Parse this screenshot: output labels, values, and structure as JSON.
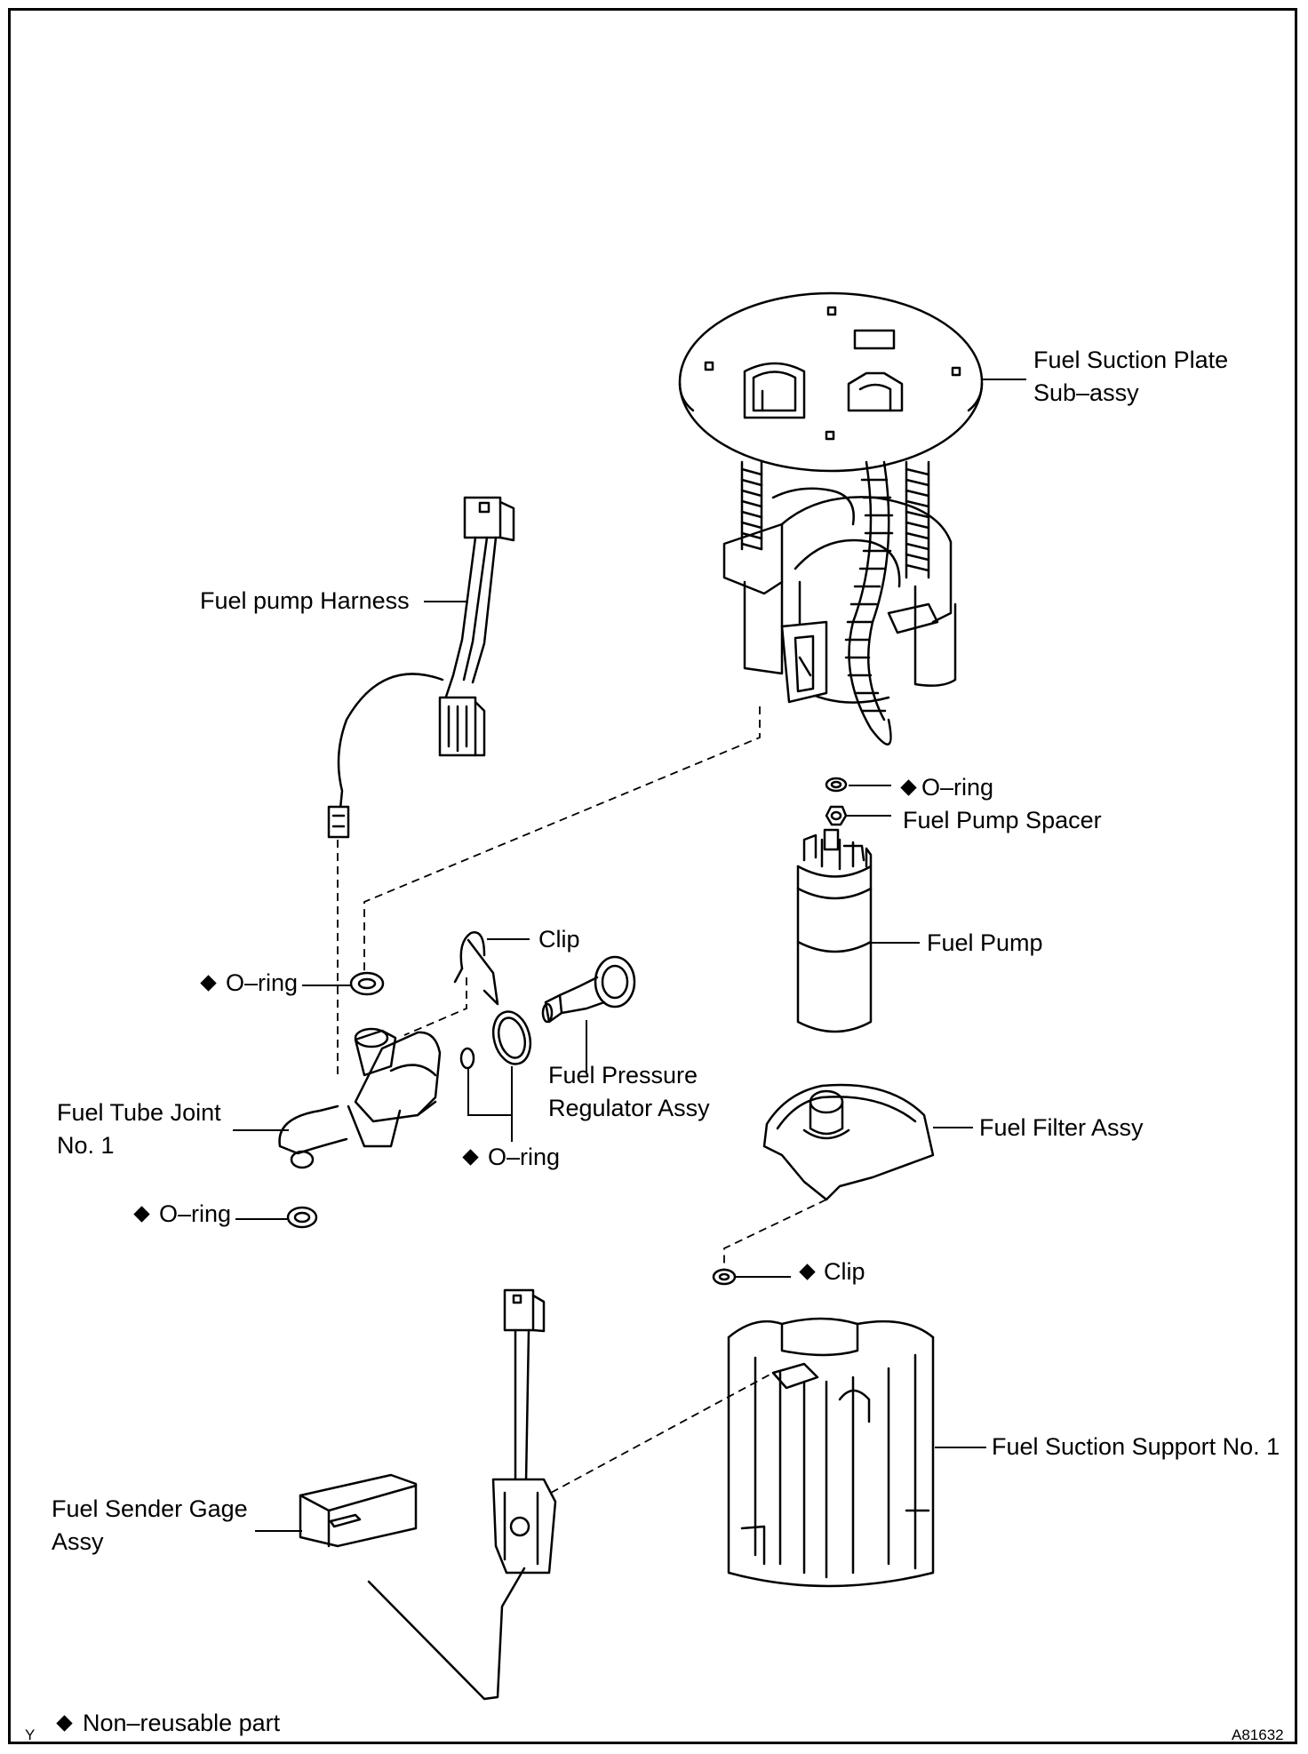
{
  "labels": {
    "fuel_suction_plate": [
      "Fuel Suction Plate",
      "Sub–assy"
    ],
    "fuel_pump_harness": "Fuel pump Harness",
    "o_ring_top": "O–ring",
    "fuel_pump_spacer": "Fuel Pump Spacer",
    "clip_upper": "Clip",
    "fuel_pump": "Fuel Pump",
    "o_ring_left": "O–ring",
    "fuel_pressure_regulator": [
      "Fuel Pressure",
      "Regulator Assy"
    ],
    "fuel_tube_joint": [
      "Fuel Tube Joint",
      "No. 1"
    ],
    "o_ring_middle": "O–ring",
    "fuel_filter_assy": "Fuel Filter Assy",
    "o_ring_lower": "O–ring",
    "clip_lower": "Clip",
    "fuel_suction_support": "Fuel Suction Support No. 1",
    "fuel_sender_gage": [
      "Fuel Sender Gage",
      "Assy"
    ]
  },
  "legend": {
    "symbol": "diamond",
    "text": "Non–reusable part"
  },
  "corner_mark": "Y",
  "figure_code": "A81632"
}
